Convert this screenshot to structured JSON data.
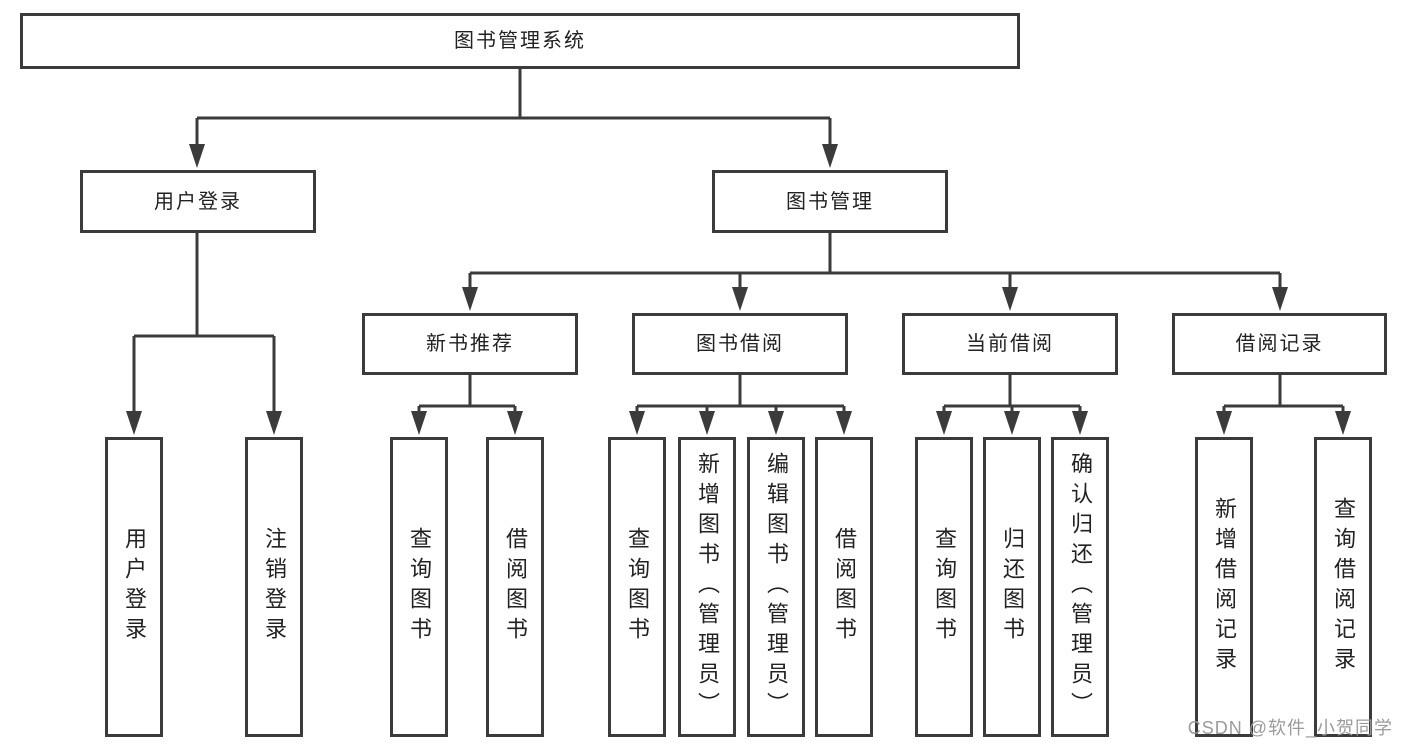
{
  "diagram": {
    "type": "hierarchy-chart",
    "colors": {
      "line": "#3b3b3b",
      "box_border": "#3b3b3b",
      "box_background": "#ffffff",
      "text": "#222222",
      "watermark": "#9b9b9b",
      "page_background": "#ffffff"
    },
    "watermark": {
      "text": "CSDN @软件_小贺同学"
    },
    "nodes": {
      "root": {
        "label": "图书管理系统"
      },
      "user_login": {
        "label": "用户登录"
      },
      "book_mgmt": {
        "label": "图书管理"
      },
      "new_book_rec": {
        "label": "新书推荐"
      },
      "book_borrow": {
        "label": "图书借阅"
      },
      "current_borrow": {
        "label": "当前借阅"
      },
      "borrow_records": {
        "label": "借阅记录"
      },
      "leaf_user_login": {
        "label": "用户登录"
      },
      "leaf_logout": {
        "label": "注销登录"
      },
      "leaf_query_book_newrec": {
        "label": "查询图书"
      },
      "leaf_borrow_book_newrec": {
        "label": "借阅图书"
      },
      "leaf_query_book_borrow": {
        "label": "查询图书"
      },
      "leaf_add_book": {
        "label": "新增图书（管理员）"
      },
      "leaf_edit_book": {
        "label": "编辑图书（管理员）"
      },
      "leaf_borrow_book_borrow": {
        "label": "借阅图书"
      },
      "leaf_query_book_current": {
        "label": "查询图书"
      },
      "leaf_return_book": {
        "label": "归还图书"
      },
      "leaf_confirm_return": {
        "label": "确认归还（管理员）"
      },
      "leaf_add_record": {
        "label": "新增借阅记录"
      },
      "leaf_query_record": {
        "label": "查询借阅记录"
      }
    },
    "hierarchy": {
      "root": [
        "user_login",
        "book_mgmt"
      ],
      "user_login": [
        "leaf_user_login",
        "leaf_logout"
      ],
      "book_mgmt": [
        "new_book_rec",
        "book_borrow",
        "current_borrow",
        "borrow_records"
      ],
      "new_book_rec": [
        "leaf_query_book_newrec",
        "leaf_borrow_book_newrec"
      ],
      "book_borrow": [
        "leaf_query_book_borrow",
        "leaf_add_book",
        "leaf_edit_book",
        "leaf_borrow_book_borrow"
      ],
      "current_borrow": [
        "leaf_query_book_current",
        "leaf_return_book",
        "leaf_confirm_return"
      ],
      "borrow_records": [
        "leaf_add_record",
        "leaf_query_record"
      ]
    }
  }
}
